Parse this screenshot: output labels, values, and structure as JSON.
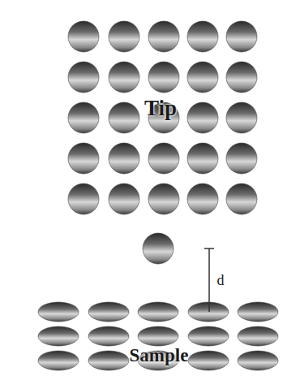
{
  "diagram": {
    "labels": [
      "Tip",
      "d",
      "Sample"
    ]
  }
}
